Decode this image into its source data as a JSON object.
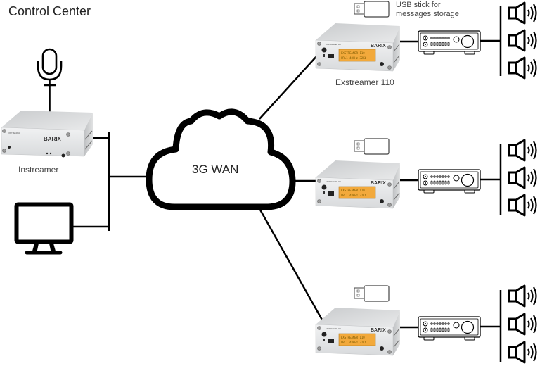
{
  "title": "Control Center",
  "cloud": {
    "label": "3G WAN",
    "icon": "cloud-icon"
  },
  "source_devices": {
    "microphone": {
      "icon": "microphone-icon"
    },
    "instreamer": {
      "label": "Instreamer",
      "brand": "BARIX"
    },
    "monitor": {
      "icon": "monitor-icon"
    }
  },
  "sites": [
    {
      "device_label": "Exstreamer 110",
      "brand": "BARIX",
      "lcd_lines": [
        "EXSTREAMER 110",
        "URL1 48kHz 32Kb"
      ],
      "usb_note_line1": "USB stick for",
      "usb_note_line2": "messages storage",
      "speakers": 3
    },
    {
      "device_label": "",
      "brand": "BARIX",
      "lcd_lines": [
        "EXSTREAMER 110",
        "URL1 48kHz 32Kb"
      ],
      "speakers": 3
    },
    {
      "device_label": "",
      "brand": "BARIX",
      "lcd_lines": [
        "EXSTREAMER 110",
        "URL1 48kHz 32Kb"
      ],
      "speakers": 3
    }
  ],
  "colors": {
    "line": "#000000",
    "device_body": "#d6d8da",
    "lcd": "#f2a93b"
  }
}
